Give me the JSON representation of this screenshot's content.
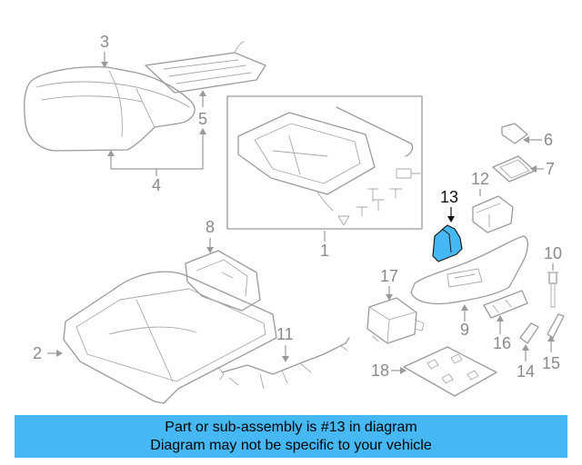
{
  "callouts": {
    "c1": "1",
    "c2": "2",
    "c3": "3",
    "c4": "4",
    "c5": "5",
    "c6": "6",
    "c7": "7",
    "c8": "8",
    "c9": "9",
    "c10": "10",
    "c11": "11",
    "c12": "12",
    "c13": "13",
    "c14": "14",
    "c15": "15",
    "c16": "16",
    "c17": "17",
    "c18": "18"
  },
  "highlight": {
    "part_number": "13",
    "color": "#45b8f5"
  },
  "banner": {
    "line1": "Part or sub-assembly is #13 in diagram",
    "line2": "Diagram may not be specific to your vehicle",
    "color": "#45b8f5"
  }
}
